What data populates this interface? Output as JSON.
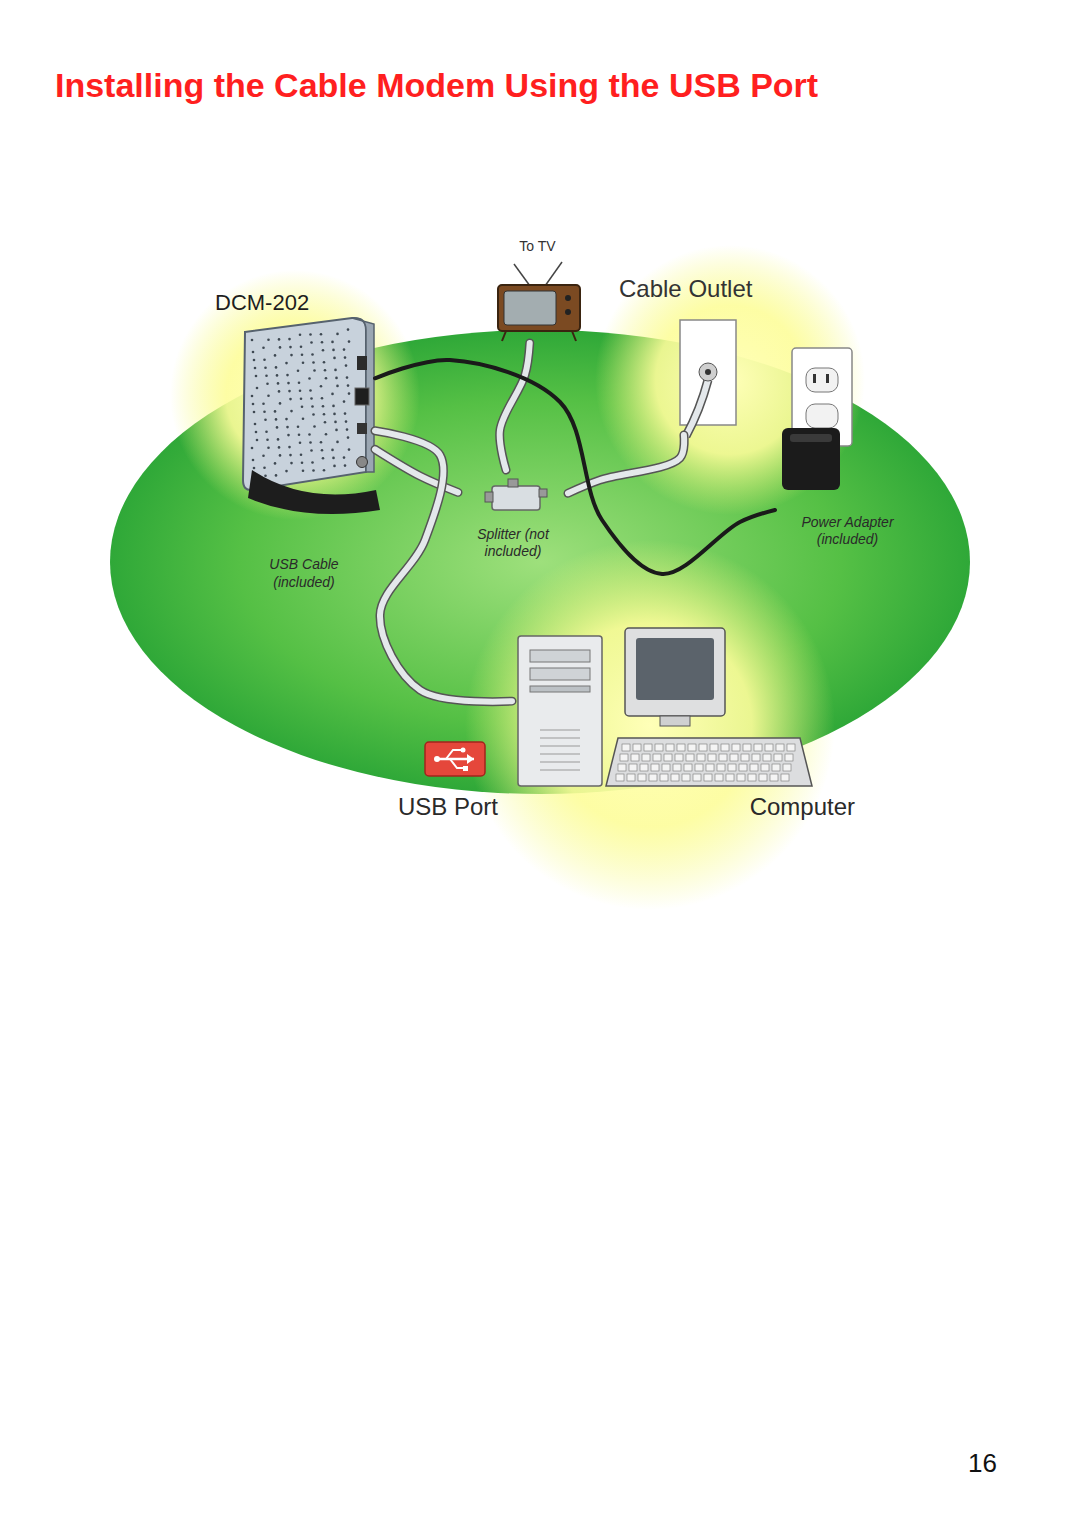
{
  "diagram": {
    "title": "Installing the Cable Modem Using the USB Port",
    "nodes": [
      {
        "text": [
          "DCM-202"
        ]
      },
      {
        "text": [
          "To TV"
        ]
      },
      {
        "text": [
          "Cable Outlet"
        ]
      },
      {
        "text": [
          "Splitter (not included)"
        ]
      },
      {
        "text": [
          "Power Adapter (included)"
        ]
      },
      {
        "text": [
          "USB Port"
        ]
      },
      {
        "text": [
          "Computer"
        ]
      }
    ],
    "edges": [
      {
        "from": 0,
        "to": 3,
        "arrow": "none"
      },
      {
        "from": 3,
        "to": 1,
        "arrow": "none"
      },
      {
        "from": 3,
        "to": 2,
        "arrow": "none"
      },
      {
        "from": 0,
        "to": 4,
        "arrow": "none"
      },
      {
        "from": 0,
        "to": 6,
        "label": "USB Cable (included)",
        "arrow": "none"
      }
    ],
    "labels": [
      "16"
    ]
  }
}
